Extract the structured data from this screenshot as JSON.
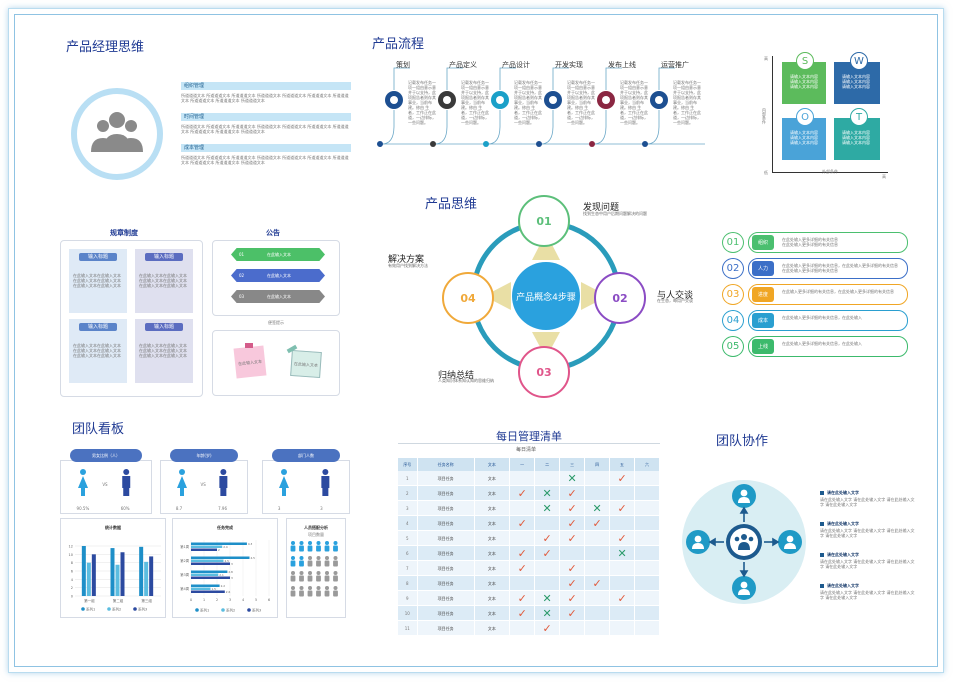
{
  "sections": {
    "pm_thinking": {
      "title": "产品经理思维",
      "items": [
        {
          "label": "组织管理",
          "text": "所道道道文本 所道道道文本 所道道道文本 所道道道文本 所道道道文本 所道道道文本 所道道道文本 所道道道文本 所道道道文本 所道道道文本"
        },
        {
          "label": "时间管理",
          "text": "所道道道文本 所道道道文本 所道道道文本 所道道道文本 所道道道文本 所道道道文本 所道道道文本 所道道道文本 所道道道文本 所道道道文本"
        },
        {
          "label": "成本管理",
          "text": "所道道道文本 所道道道文本 所道道道文本 所道道道文本 所道道道文本 所道道道文本 所道道道文本 所道道道文本 所道道道文本 所道道道文本"
        }
      ]
    },
    "flow": {
      "title": "产品流程",
      "steps": [
        {
          "label": "策划",
          "color": "#1d4f91"
        },
        {
          "label": "产品定义",
          "color": "#3a3a3a"
        },
        {
          "label": "产品设计",
          "color": "#1ba0c8"
        },
        {
          "label": "开发实现",
          "color": "#1d4f91"
        },
        {
          "label": "发布上线",
          "color": "#8b2742"
        },
        {
          "label": "运营推广",
          "color": "#1d4f91"
        }
      ],
      "step_text": "记载发布任务一项一组由意示意并于以支持，此项报告者则存其事业，当前布建。修由 生者，工作正在此道，一边排标，一些问题。"
    },
    "swot": {
      "letters": [
        "S",
        "W",
        "O",
        "T"
      ],
      "cells": [
        "请输入文本内容\n请输入文本内容\n请输入文本内容",
        "请输入文本内容\n请输入文本内容\n请输入文本内容",
        "请输入文本内容\n请输入文本内容\n请输入文本内容",
        "请输入文本内容\n请输入文本内容\n请输入文本内容"
      ],
      "y_label": "高",
      "y_axis": "内部条件",
      "x_axis": "外部条件",
      "x_end": "高",
      "x_start": "低",
      "y_start": "低"
    },
    "rules": {
      "title": "规章制度",
      "box_title": "输入标题",
      "box_text": "在此输入文本在此输入文本\n在此输入文本在此输入文本\n在此输入文本在此输入文本"
    },
    "notice": {
      "title": "公告",
      "rows": [
        {
          "num": "01",
          "text": "在此输入文本",
          "color": "#4cc068"
        },
        {
          "num": "02",
          "text": "在此输入文本",
          "color": "#4b6ccc"
        },
        {
          "num": "03",
          "text": "在此输入文本",
          "color": "#888888"
        }
      ],
      "note_title": "便签提示",
      "note1": "在此输入文本",
      "note2": "在此输入文本"
    },
    "thinking": {
      "title": "产品思维",
      "center": "产品概念4步骤",
      "nodes": [
        {
          "num": "01",
          "title": "发现问题",
          "desc": "找到生态中用户后期问题解决的问题",
          "color": "#5cbf7a"
        },
        {
          "num": "02",
          "title": "与人交谈",
          "desc": "在生态，每用户交谈",
          "color": "#8b4cc4"
        },
        {
          "num": "03",
          "title": "归纳总结",
          "desc": "人类知识体系知认知的思维归纳",
          "color": "#e0558a"
        },
        {
          "num": "04",
          "title": "解决方案",
          "desc": "有效用户找到解决方法",
          "color": "#f0a93a"
        }
      ]
    },
    "list5": {
      "rows": [
        {
          "num": "01",
          "tag": "组织",
          "color": "#4bbf6f",
          "text": "在此处输入更多详细的有关信息\n在此处输入更多详细的有关信息"
        },
        {
          "num": "02",
          "tag": "人力",
          "color": "#3b6fc7",
          "text": "在此处输入更多详细的有关信息，在此处输入更多详细的有关信息\n在此处输入更多详细的有关信息"
        },
        {
          "num": "03",
          "tag": "进度",
          "color": "#f0a625",
          "text": "在此输入更多详细的有关信息，在此处输入更多详细的有关信息"
        },
        {
          "num": "04",
          "tag": "成本",
          "color": "#2a9fd0",
          "text": "在此处输入更多详细的有关信息，在此处输入"
        },
        {
          "num": "05",
          "tag": "上线",
          "color": "#3cba6c",
          "text": "在此处输入更多详细的有关信息，在此处输入"
        }
      ]
    },
    "board": {
      "title": "团队看板",
      "cards": [
        {
          "title": "男女比例（人）",
          "left": "90.5%",
          "right": "60%"
        },
        {
          "title": "年龄(岁)",
          "left": "8.7",
          "right": "7.96"
        },
        {
          "title": "部门人数",
          "left": "3",
          "right": "3"
        }
      ],
      "vs": "VS",
      "chart1_title": "统计数据",
      "chart2_title": "任务完成",
      "chart3_title": "人员搭配分析",
      "chart3_sub": "项目数量"
    },
    "daily": {
      "title": "每日管理清单",
      "subtitle": "每日清单",
      "headers": [
        "序号",
        "任务名称",
        "文本",
        "一",
        "二",
        "三",
        "四",
        "五",
        "六"
      ],
      "task_name": "项目任务",
      "cell_text": "文本",
      "rows": [
        {
          "n": "1",
          "marks": [
            "",
            "",
            "x",
            "",
            "✓"
          ]
        },
        {
          "n": "2",
          "marks": [
            "✓",
            "x",
            "✓",
            "",
            ""
          ]
        },
        {
          "n": "3",
          "marks": [
            "",
            "x",
            "✓",
            "x",
            "✓"
          ]
        },
        {
          "n": "4",
          "marks": [
            "✓",
            "",
            "✓",
            "✓",
            ""
          ]
        },
        {
          "n": "5",
          "marks": [
            "",
            "✓",
            "✓",
            "",
            "✓"
          ]
        },
        {
          "n": "6",
          "marks": [
            "✓",
            "✓",
            "",
            "",
            "x"
          ]
        },
        {
          "n": "7",
          "marks": [
            "✓",
            "",
            "✓",
            "",
            ""
          ]
        },
        {
          "n": "8",
          "marks": [
            "",
            "",
            "✓",
            "✓",
            ""
          ]
        },
        {
          "n": "9",
          "marks": [
            "✓",
            "x",
            "✓",
            "",
            "✓"
          ]
        },
        {
          "n": "10",
          "marks": [
            "✓",
            "x",
            "✓",
            "",
            ""
          ]
        },
        {
          "n": "11",
          "marks": [
            "",
            "✓",
            "",
            "",
            ""
          ]
        }
      ]
    },
    "collab": {
      "title": "团队协作",
      "items": [
        {
          "title": "请在此处输入文字",
          "text": "请在此处输入文字 请在此处输入文字 请在此处输入文字 请在此处输入文字"
        },
        {
          "title": "请在此处输入文字",
          "text": "请在此处输入文字 请在此处输入文字 请在此处输入文字 请在此处输入文字"
        },
        {
          "title": "请在此处输入文字",
          "text": "请在此处输入文字 请在此处输入文字 请在此处输入文字 请在此处输入文字"
        },
        {
          "title": "请在此处输入文字",
          "text": "请在此处输入文字 请在此处输入文字 请在此处输入文字 请在此处输入文字"
        }
      ]
    }
  },
  "chart_data": [
    {
      "type": "bar",
      "title": "统计数据",
      "categories": [
        "第一组",
        "第二组",
        "第三组"
      ],
      "series": [
        {
          "name": "系列1",
          "values": [
            12,
            11.5,
            11.8
          ],
          "color": "#1e8fc8"
        },
        {
          "name": "系列2",
          "values": [
            8,
            7.5,
            8.2
          ],
          "color": "#5bbde0"
        },
        {
          "name": "系列3",
          "values": [
            10,
            10.5,
            9.5
          ],
          "color": "#2c4aa0"
        }
      ],
      "ylim": [
        0,
        12
      ],
      "yticks": [
        "0",
        "2",
        "4",
        "6",
        "8",
        "10",
        "12"
      ]
    },
    {
      "type": "bar",
      "title": "任务完成",
      "categories": [
        "第1周",
        "第2周",
        "第3周",
        "第4周"
      ],
      "series": [
        {
          "name": "系列1",
          "values": [
            4.3,
            4.5,
            2.8,
            2.2
          ],
          "color": "#1e8fc8"
        },
        {
          "name": "系列2",
          "values": [
            2.4,
            2.5,
            2.1,
            1.5
          ],
          "color": "#5bbde0"
        },
        {
          "name": "系列3",
          "values": [
            2,
            3,
            3,
            2.6
          ],
          "color": "#2c4aa0"
        }
      ],
      "xlim": [
        0,
        6
      ]
    }
  ]
}
